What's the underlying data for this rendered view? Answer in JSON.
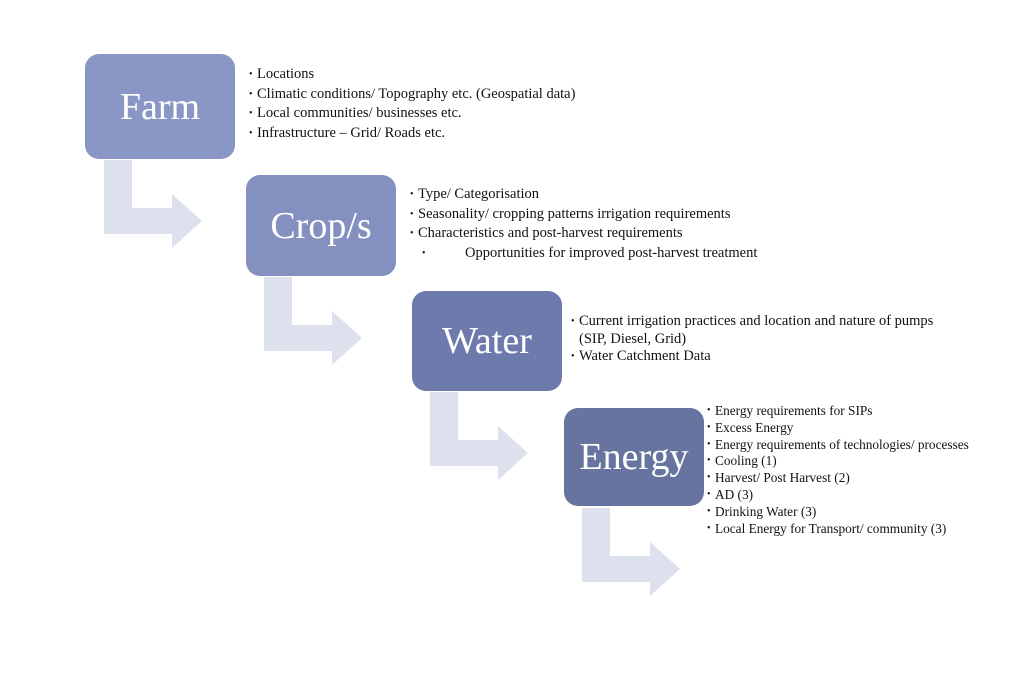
{
  "stages": [
    {
      "label": "Farm",
      "color": "#8a97c6",
      "items": [
        "Locations",
        "Climatic conditions/ Topography etc. (Geospatial data)",
        "Local communities/ businesses etc.",
        "Infrastructure – Grid/ Roads etc."
      ]
    },
    {
      "label": "Crop/s",
      "color": "#8490c0",
      "items": [
        "Type/ Categorisation",
        "Seasonality/ cropping patterns irrigation requirements",
        "Characteristics and post-harvest requirements",
        "Opportunities for improved post-harvest treatment"
      ]
    },
    {
      "label": "Water",
      "color": "#6d7aab",
      "items": [
        "Current irrigation practices and location and nature of pumps (SIP, Diesel, Grid)",
        "Water Catchment Data"
      ]
    },
    {
      "label": "Energy",
      "color": "#67749f",
      "items": [
        "Energy requirements for SIPs",
        "Excess Energy",
        "Energy requirements of technologies/ processes",
        "Cooling (1)",
        "Harvest/ Post Harvest (2)",
        "AD (3)",
        "Drinking Water (3)",
        "Local Energy for Transport/ community (3)"
      ]
    }
  ],
  "arrow_color": "#dde1ee"
}
